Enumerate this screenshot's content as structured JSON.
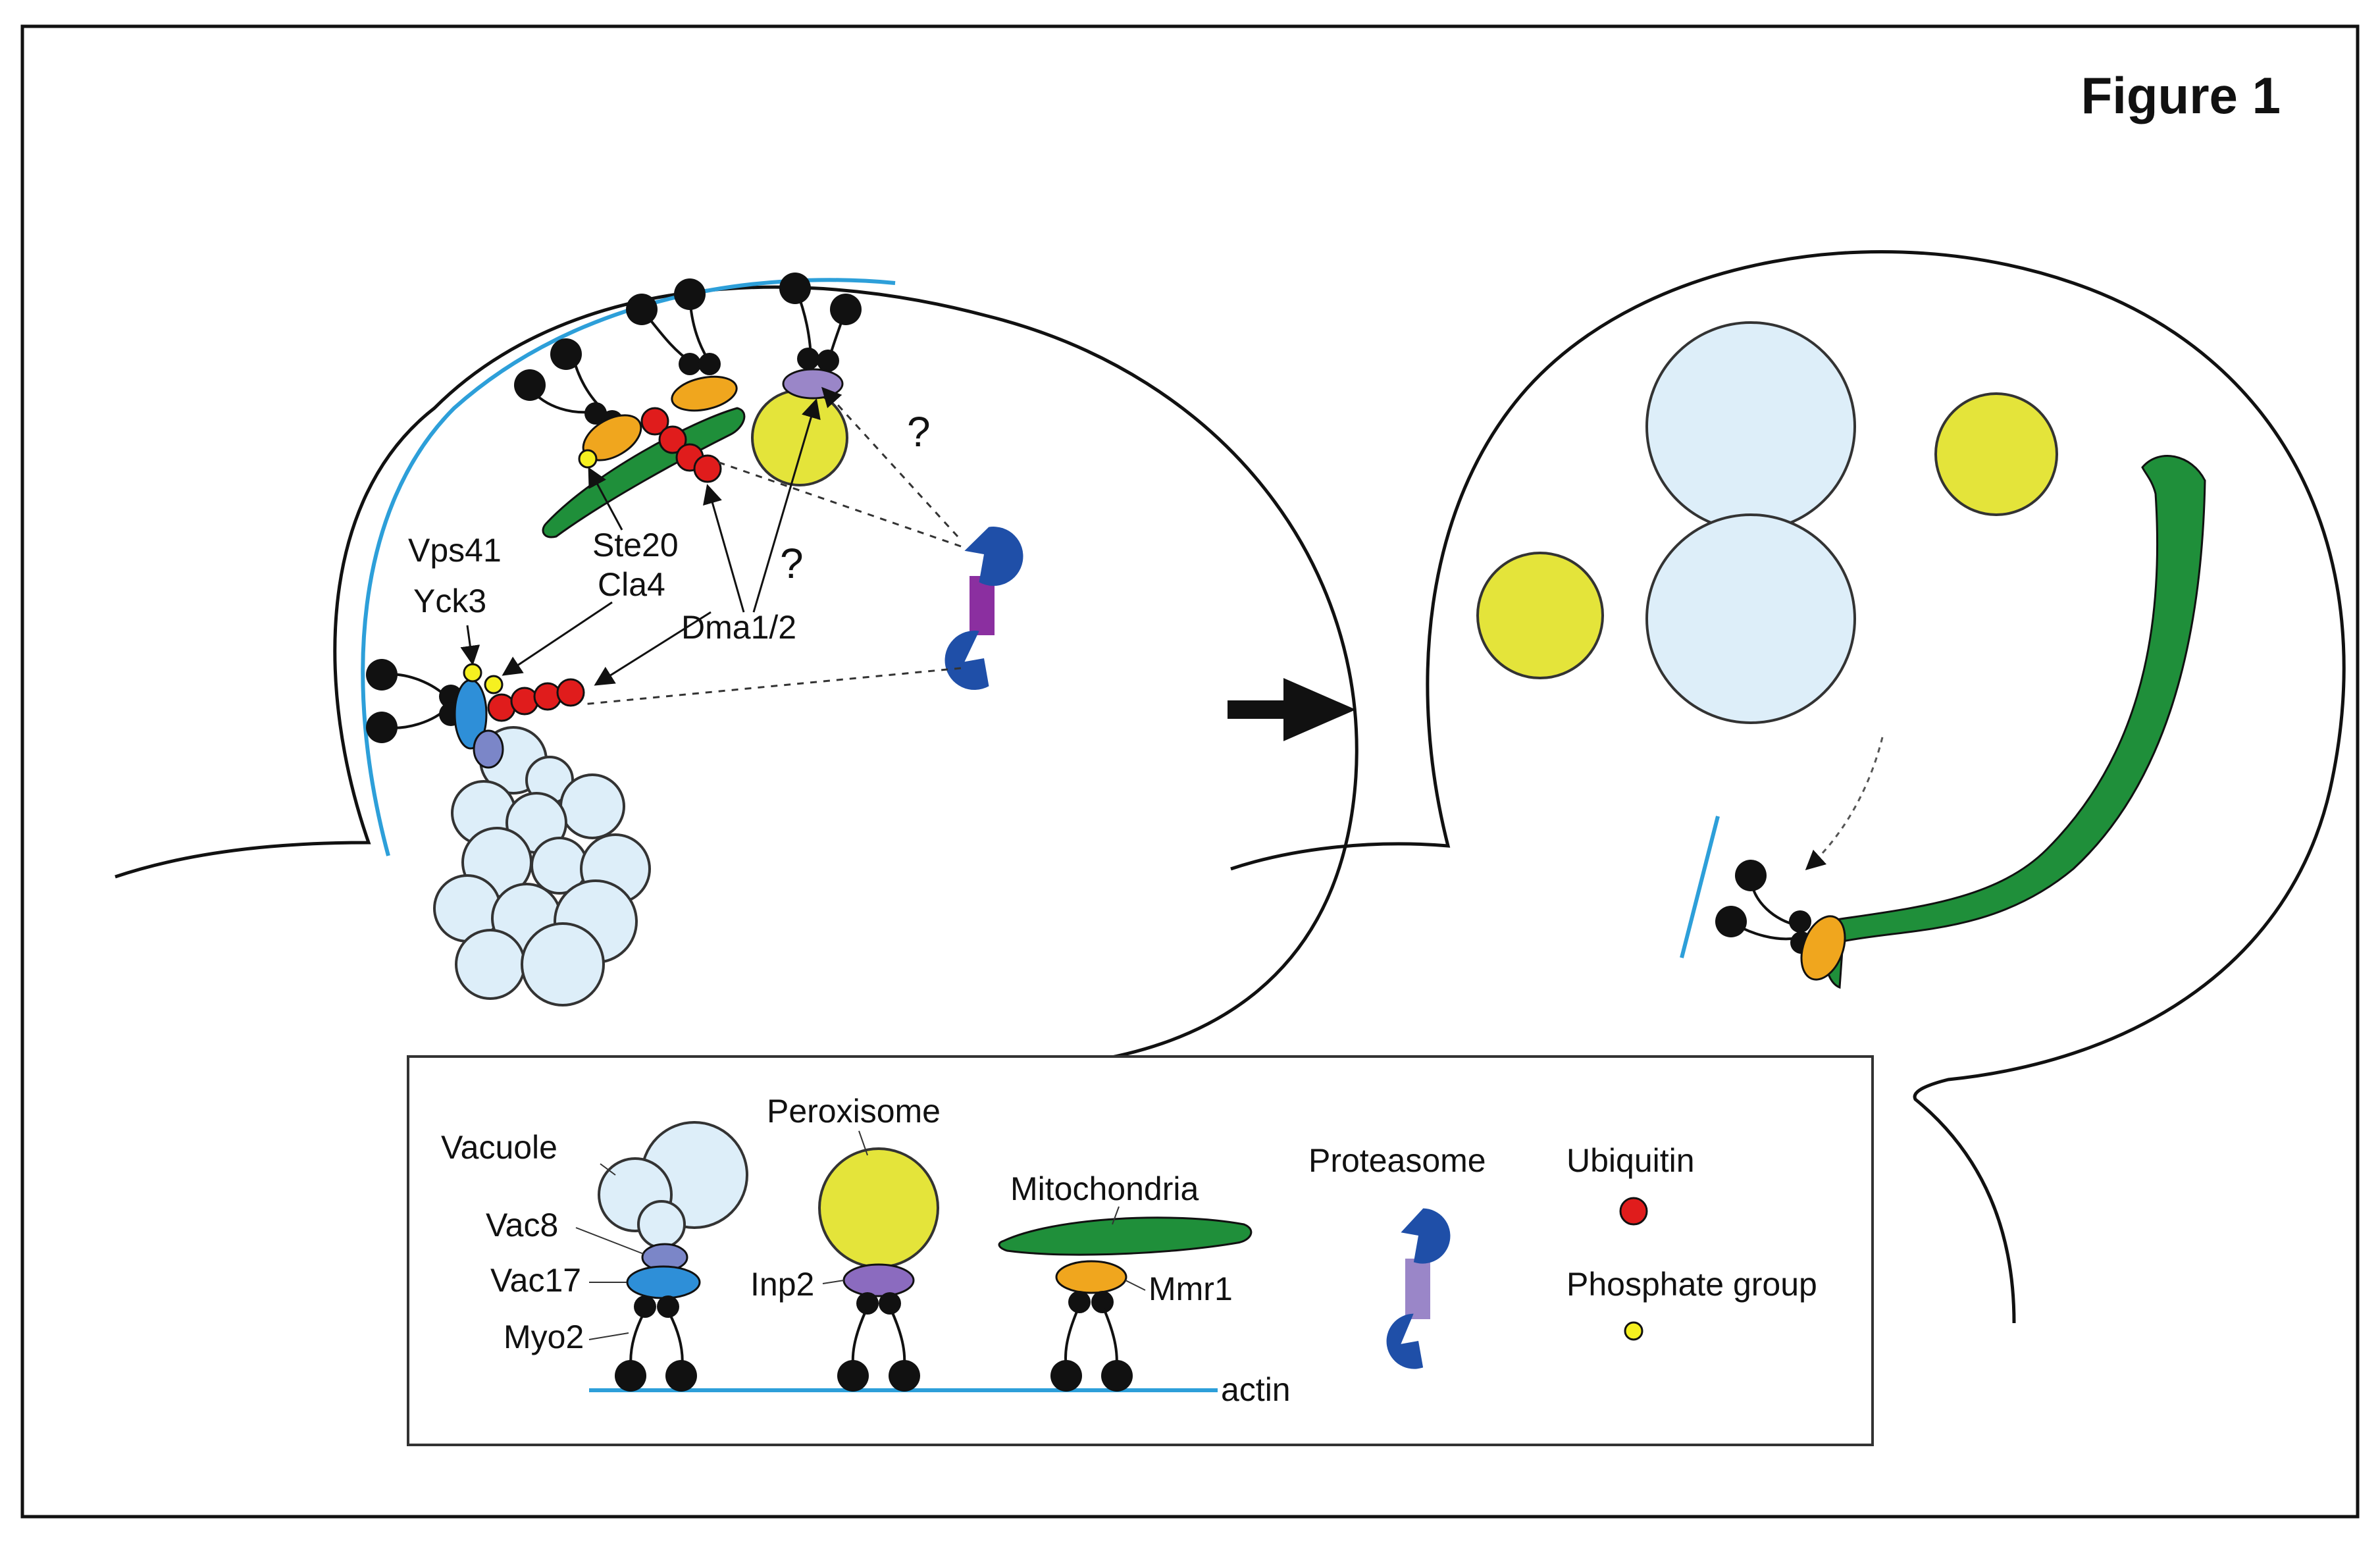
{
  "figure": {
    "title": "Figure 1"
  },
  "labels": {
    "vps41": "Vps41",
    "yck3": "Yck3",
    "ste20": "Ste20",
    "cla4": "Cla4",
    "dma12": "Dma1/2",
    "q1": "?",
    "q2": "?"
  },
  "legend": {
    "vacuole": "Vacuole",
    "vac8": "Vac8",
    "vac17": "Vac17",
    "myo2": "Myo2",
    "peroxisome": "Peroxisome",
    "inp2": "Inp2",
    "mitochondria": "Mitochondria",
    "mmr1": "Mmr1",
    "proteasome": "Proteasome",
    "ubiquitin": "Ubiquitin",
    "phosphate": "Phosphate group",
    "actin": "actin"
  },
  "colors": {
    "vacuole": "#ddeef9",
    "peroxisome": "#e4e43a",
    "mitochondria": "#1f8f3a",
    "mmr1": "#f0a61e",
    "inp2": "#8b6bbf",
    "vac17": "#2e8fd8",
    "vac8": "#7b86c8",
    "proteasome": "#1f4fa8",
    "proteasome_core": "#8b5bb8",
    "proteasome_core_legend": "#9a86c8",
    "ubiquitin": "#e01c1c",
    "phosphate": "#f5f020",
    "actin": "#2d9fd9",
    "myo2": "#111111"
  }
}
